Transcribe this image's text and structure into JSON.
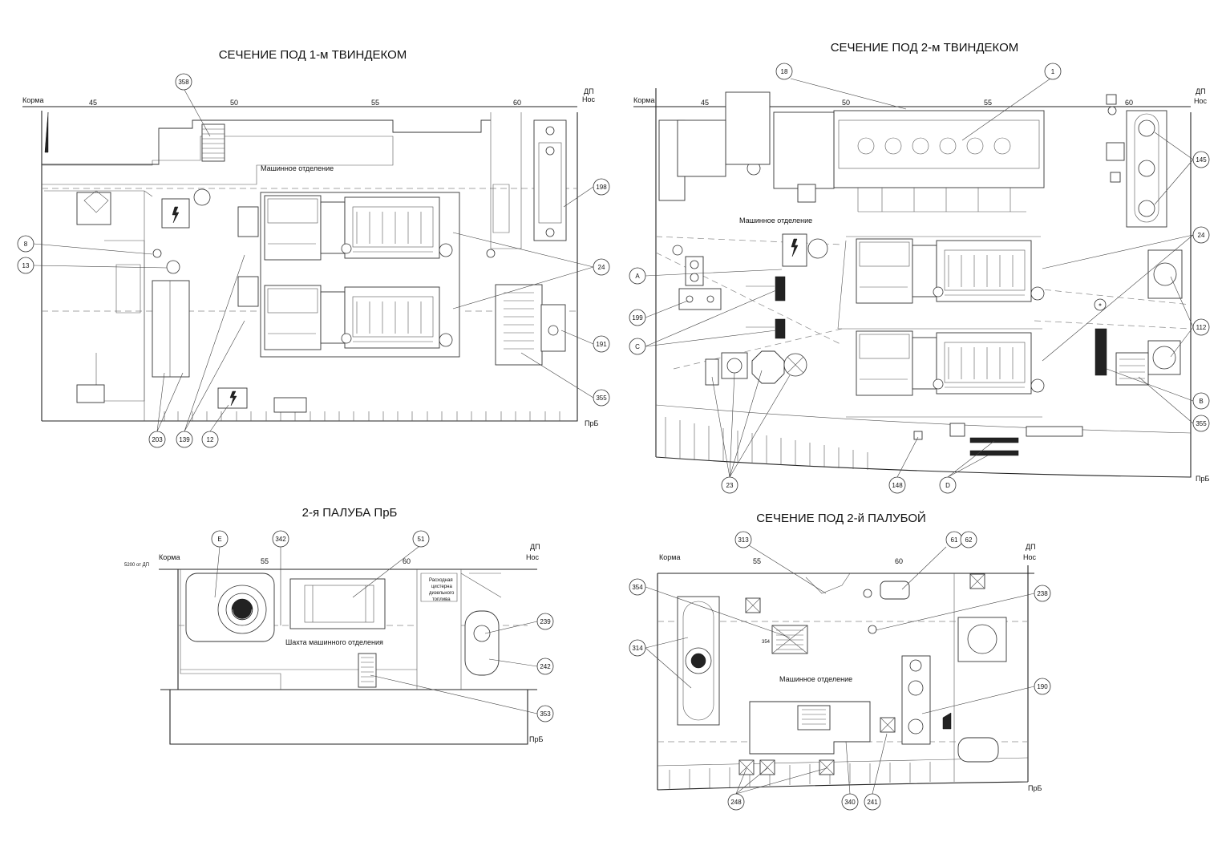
{
  "sections": {
    "s1": {
      "title": "СЕЧЕНИЕ ПОД 1-м ТВИНДЕКОМ",
      "stern": "Корма",
      "bow": "Нос",
      "cl": "ДП",
      "sb": "ПрБ",
      "frames": [
        "45",
        "50",
        "55",
        "60"
      ],
      "room": "Машинное отделение",
      "tags": [
        "358",
        "8",
        "13",
        "198",
        "24",
        "191",
        "355",
        "203",
        "139",
        "12"
      ]
    },
    "s2": {
      "title": "СЕЧЕНИЕ ПОД 2-м ТВИНДЕКОМ",
      "stern": "Корма",
      "bow": "Нос",
      "cl": "ДП",
      "sb": "ПрБ",
      "frames": [
        "45",
        "50",
        "55",
        "60"
      ],
      "room": "Машинное отделение",
      "tags": [
        "18",
        "1",
        "145",
        "24",
        "A",
        "199",
        "C",
        "112",
        "B",
        "355",
        "23",
        "148",
        "D"
      ]
    },
    "s3": {
      "title": "2-я ПАЛУБА ПрБ",
      "stern": "Корма",
      "bow": "Нос",
      "cl": "ДП",
      "sb": "ПрБ",
      "offset": "5200 от ДП",
      "frames": [
        "55",
        "60"
      ],
      "room": "Шахта машинного отделения",
      "tank": [
        "Расходная",
        "цистерна",
        "дизельного",
        "топлива"
      ],
      "tags": [
        "E",
        "342",
        "51",
        "239",
        "242",
        "353"
      ]
    },
    "s4": {
      "title": "СЕЧЕНИЕ ПОД 2-й ПАЛУБОЙ",
      "stern": "Корма",
      "bow": "Нос",
      "cl": "ДП",
      "sb": "ПрБ",
      "frames": [
        "55",
        "60"
      ],
      "room": "Машинное отделение",
      "inner": "354",
      "tags": [
        "313",
        "61",
        "62",
        "354",
        "238",
        "314",
        "190",
        "248",
        "340",
        "241"
      ]
    }
  },
  "colors": {
    "line": "#222222",
    "paper": "#ffffff"
  }
}
